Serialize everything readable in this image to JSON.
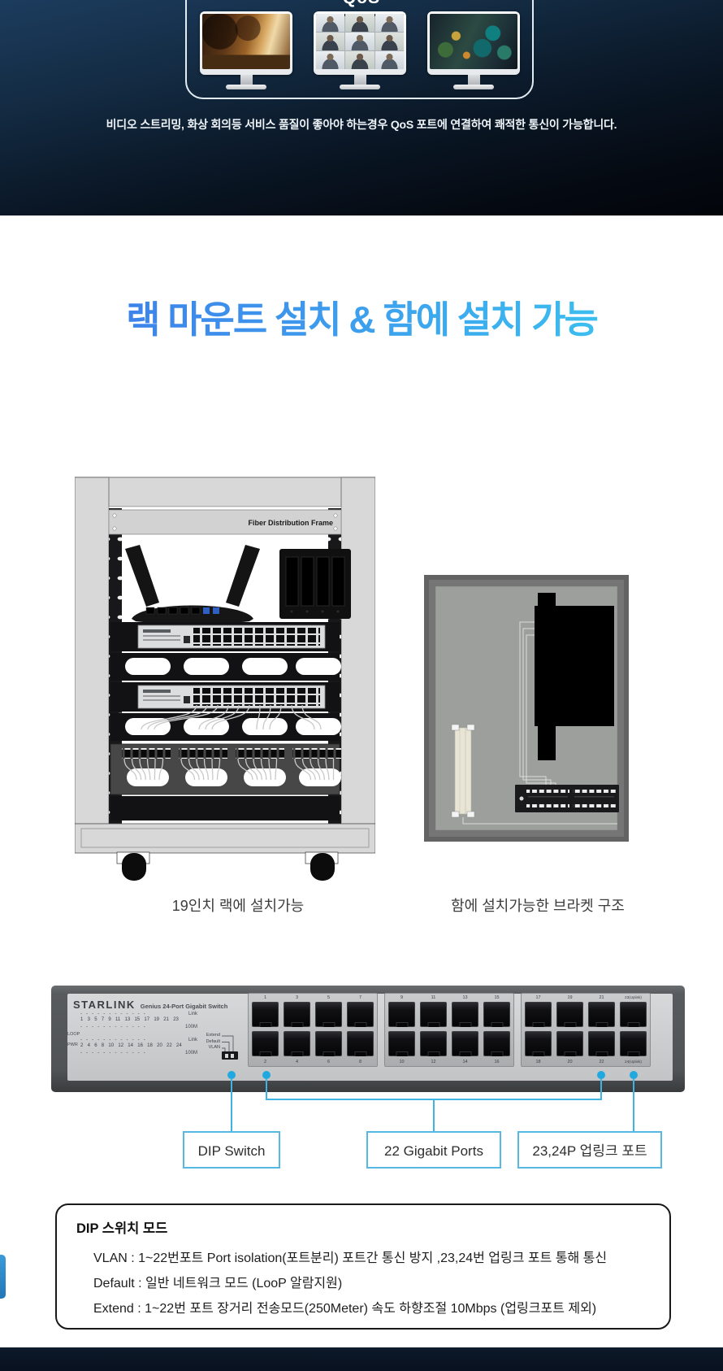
{
  "hero": {
    "qos_label": "QoS",
    "description": "비디오 스트리밍, 화상 회의등 서비스 품질이 좋아야 하는경우 QoS 포트에 연결하여 쾌적한 통신이 가능합니다."
  },
  "section": {
    "title": "랙 마운트 설치 & 함에 설치 가능"
  },
  "figures": {
    "fiber_frame_label": "Fiber Distribution Frame",
    "rack_caption": "19인치 랙에 설치가능",
    "box_caption": "함에 설치가능한 브라켓 구조"
  },
  "switch": {
    "brand": "STARLINK",
    "model": "Genius 24-Port Gigabit Switch",
    "dash_row": "- - - - - - - - - - - -",
    "link_label": "Link",
    "speed_label": "100M",
    "loop_label": "LOOP",
    "pwr_label": "PWR",
    "odd_numbers": "1 3 5 7 9 11 13 15 17 19 21 23",
    "even_numbers": "2 4 6 8 10 12 14 16 18 20 22 24",
    "dip_labels": [
      "Extend",
      "Default",
      "VLAN"
    ],
    "port_top_labels": [
      "1",
      "3",
      "5",
      "7",
      "9",
      "11",
      "13",
      "15",
      "17",
      "19",
      "21",
      "23(Uplink)"
    ],
    "port_bottom_labels": [
      "2",
      "4",
      "6",
      "8",
      "10",
      "12",
      "14",
      "16",
      "18",
      "20",
      "22",
      "24(Uplink)"
    ]
  },
  "callouts": [
    {
      "label": "DIP Switch"
    },
    {
      "label": "22 Gigabit Ports"
    },
    {
      "label": "23,24P 업링크 포트"
    }
  ],
  "dip_box": {
    "title": "DIP 스위치 모드",
    "lines": [
      "VLAN : 1~22번포트 Port isolation(포트분리) 포트간 통신 방지 ,23,24번 업링크 포트 통해 통신",
      "Default : 일반 네트워크 모드 (LooP 알람지원)",
      "Extend : 1~22번 포트 장거리 전송모드(250Meter) 속도 하향조절 10Mbps (업링크포트 제외)"
    ]
  },
  "colors": {
    "accent_callout": "#2eb3e4",
    "callout_border": "#57b8e4",
    "title_gradient_start": "#3d74e8",
    "title_gradient_end": "#3bcdf0",
    "hero_background": "#0e2239",
    "footer_background": "#0b1624"
  }
}
